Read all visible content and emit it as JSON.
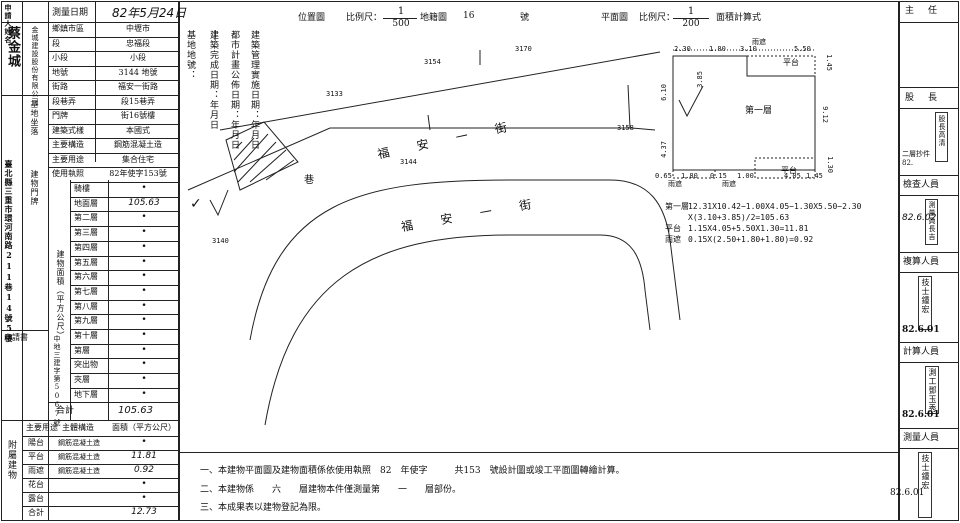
{
  "left_panel": {
    "applicant_label": "申請人姓名",
    "applicant_name": "蔡金城",
    "applicant_company": "金城建設股份有限公司",
    "applicant_address": "臺北縣三重市環河南路211巷14號5樓",
    "survey_date_label": "測量日期",
    "survey_date_value": "82年5月24日",
    "rows": [
      {
        "label": "鄉鎮市區",
        "value": "中壢市"
      },
      {
        "label": "段",
        "value": "忠福段"
      },
      {
        "label": "小段",
        "value": "小段"
      },
      {
        "label": "地號",
        "value": "3144 地號"
      },
      {
        "label": "街路",
        "value": "福安一街路"
      },
      {
        "label": "段巷弄",
        "value": "段15巷弄"
      },
      {
        "label": "門牌",
        "value": "街16號樓"
      },
      {
        "label": "建築式樣",
        "value": "本國式"
      },
      {
        "label": "主要構造",
        "value": "鋼筋混凝土造"
      },
      {
        "label": "主要用途",
        "value": "集合住宅"
      },
      {
        "label": "使用執照",
        "value": "82年使字153號"
      }
    ],
    "base_label": "基地坐落",
    "building_label": "建物門牌",
    "area_label": "建物面積（平方公尺）",
    "floors": [
      {
        "label": "騎樓",
        "value": "•"
      },
      {
        "label": "地面層",
        "value": "105.63"
      },
      {
        "label": "第二層",
        "value": "•"
      },
      {
        "label": "第三層",
        "value": "•"
      },
      {
        "label": "第四層",
        "value": "•"
      },
      {
        "label": "第五層",
        "value": "•"
      },
      {
        "label": "第六層",
        "value": "•"
      },
      {
        "label": "第七層",
        "value": "•"
      },
      {
        "label": "第八層",
        "value": "•"
      },
      {
        "label": "第九層",
        "value": "•"
      },
      {
        "label": "第十層",
        "value": "•"
      },
      {
        "label": "第層",
        "value": "•"
      },
      {
        "label": "突出物",
        "value": "•"
      },
      {
        "label": "夾層",
        "value": "•"
      },
      {
        "label": "地下層",
        "value": "•"
      }
    ],
    "total_label": "合計",
    "total_value": "105.63",
    "application_label": "申請書",
    "application_no": "中地三建字第5067號",
    "attached_header": {
      "use": "主要用途",
      "struct": "主體構造",
      "area": "面積（平方公尺）"
    },
    "attached_label": "附屬建物",
    "attached": [
      {
        "use": "陽台",
        "struct": "鋼筋混凝土造",
        "value": "•"
      },
      {
        "use": "平台",
        "struct": "鋼筋混凝土造",
        "value": "11.81"
      },
      {
        "use": "雨遮",
        "struct": "鋼筋混凝土造",
        "value": "0.92"
      },
      {
        "use": "花台",
        "struct": "",
        "value": "•"
      },
      {
        "use": "露台",
        "struct": "",
        "value": "•"
      },
      {
        "use": "合計",
        "struct": "",
        "value": "12.73"
      }
    ]
  },
  "header": {
    "location_map": "位置圖",
    "scale_label": "比例尺：",
    "scale1_num": "1",
    "scale1_den": "500",
    "map_label": "地籍圖",
    "sheet_no": "16",
    "sheet_unit": "號",
    "plan_label": "平面圖",
    "scale2_num": "1",
    "scale2_den": "200",
    "area_calc": "面積計算式"
  },
  "map": {
    "side_notes": [
      "基地地號：",
      "建築完成日期：年月日",
      "都市計畫公佈日期：年月日",
      "建築管理實施日期：年月日"
    ],
    "parcels": [
      "3154",
      "3170",
      "3158",
      "3144",
      "3140",
      "3133"
    ],
    "street1": "福　安　一　街",
    "street2": "福　安　一　街",
    "lane": "巷"
  },
  "plan": {
    "dims_top": [
      "2.30",
      "1.80",
      "3.10",
      "5.50",
      "1.45"
    ],
    "dims_side": [
      "6.10",
      "4.37",
      "3.85",
      "9.12",
      "1.30"
    ],
    "dims_bottom": [
      "0.65",
      "1.80",
      "0.15",
      "1.00",
      "4.05",
      "1.45"
    ],
    "labels": {
      "canopy": "雨遮",
      "platform_top": "平台",
      "first_floor": "第一層",
      "platform_bottom": "平台",
      "canopy_b1": "雨遮",
      "canopy_b2": "雨遮"
    }
  },
  "calc": {
    "first_label": "第一層",
    "first_expr": "12.31X10.42−1.00X4.05−1.30X5.50−2.30",
    "first_expr2": "X(3.10+3.85)/2=105.63",
    "platform_label": "平台",
    "platform_expr": "1.15X4.05+5.50X1.30=11.81",
    "canopy_label": "雨遮",
    "canopy_expr": "0.15X(2.50+1.80+1.80)=0.92"
  },
  "notes": [
    "一、本建物平面圖及建物面積係依使用執照　82　年使字　　　共153　號設計圖或竣工平面圖轉繪計算。",
    "二、本建物係　　六　　層建物本件僅測量第　　一　　層部份。",
    "三、本成果表以建物登記為限。"
  ],
  "right_panel": {
    "director": "主任",
    "chief": "股長",
    "chief_stamp": "股長高清",
    "verify_note": "二層抄件 82.",
    "inspector": "檢查人員",
    "inspector_stamp": "測量員長吉",
    "inspector_date": "82.6.02",
    "reviewer": "複算人員",
    "reviewer_stamp": "技士鍾宏",
    "reviewer_date": "82.6.01",
    "calculator": "計算人員",
    "calculator_stamp": "測工鄧玉秀",
    "calculator_date": "82.6.01",
    "surveyor": "測量人員",
    "surveyor_stamp": "技士鍾宏",
    "surveyor_date": "82.6.01"
  }
}
